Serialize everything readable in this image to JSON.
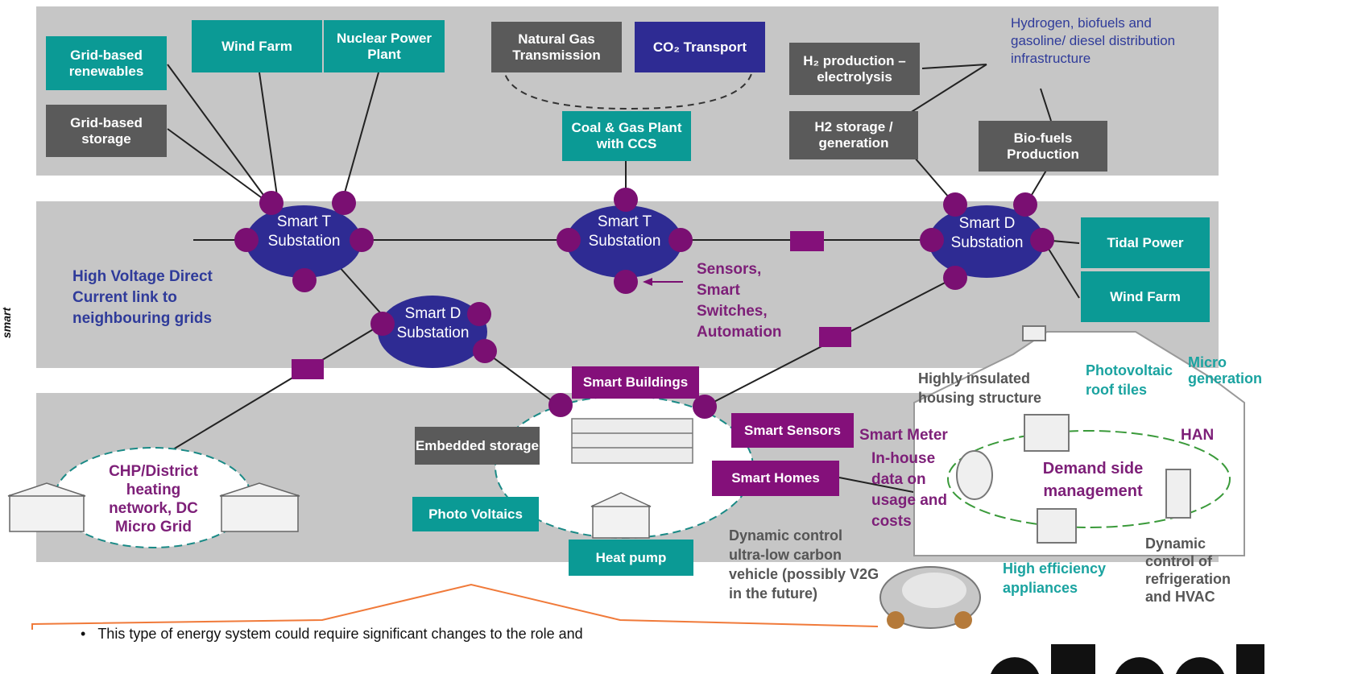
{
  "bands": {
    "top": {
      "color": "#c6c6c6"
    },
    "middle": {
      "color": "#c6c6c6"
    },
    "bottom": {
      "color": "#c6c6c6"
    }
  },
  "side_label": "smart",
  "top_boxes": {
    "grid_renewables": "Grid-based renewables",
    "wind_farm_top": "Wind Farm",
    "nuclear": "Nuclear Power Plant",
    "grid_storage": "Grid-based storage",
    "natural_gas": "Natural Gas Transmission",
    "co2_transport": "CO₂ Transport",
    "coal_gas_ccs": "Coal & Gas Plant with CCS",
    "h2_electrolysis": "H₂ production – electrolysis",
    "h2_storage": "H2 storage / generation",
    "biofuels_production": "Bio-fuels Production"
  },
  "hydrogen_note": "Hydrogen, biofuels and gasoline/ diesel distribution infrastructure",
  "substations": {
    "t1": "Smart T Substation",
    "t2": "Smart T Substation",
    "d_right": "Smart D Substation",
    "d_left": "Smart D Substation"
  },
  "right_boxes": {
    "tidal": "Tidal Power",
    "wind_farm": "Wind Farm"
  },
  "hvdc_note": "High Voltage Direct Current link to neighbouring grids",
  "sensors_note": "Sensors, Smart Switches, Automation",
  "bottom_boxes": {
    "smart_buildings": "Smart Buildings",
    "smart_sensors": "Smart Sensors",
    "smart_homes": "Smart Homes",
    "embedded_storage": "Embedded storage",
    "photo_voltaics": "Photo Voltaics",
    "heat_pump": "Heat pump"
  },
  "chp_note": "CHP/District heating network, DC Micro Grid",
  "home_labels": {
    "insulated": "Highly insulated housing structure",
    "photovoltaic": "Photovoltaic roof tiles",
    "micro": "Micro generation",
    "han": "HAN",
    "smart_meter": "Smart Meter",
    "in_house": "In-house data on usage and costs",
    "demand": "Demand side management",
    "dynamic_vehicle": "Dynamic control ultra-low carbon vehicle (possibly V2G in the future)",
    "high_eff": "High efficiency appliances",
    "dynamic_refrig": "Dynamic control of refrigeration and HVAC"
  },
  "footer_text": "This type of energy system could require significant changes to the role and"
}
